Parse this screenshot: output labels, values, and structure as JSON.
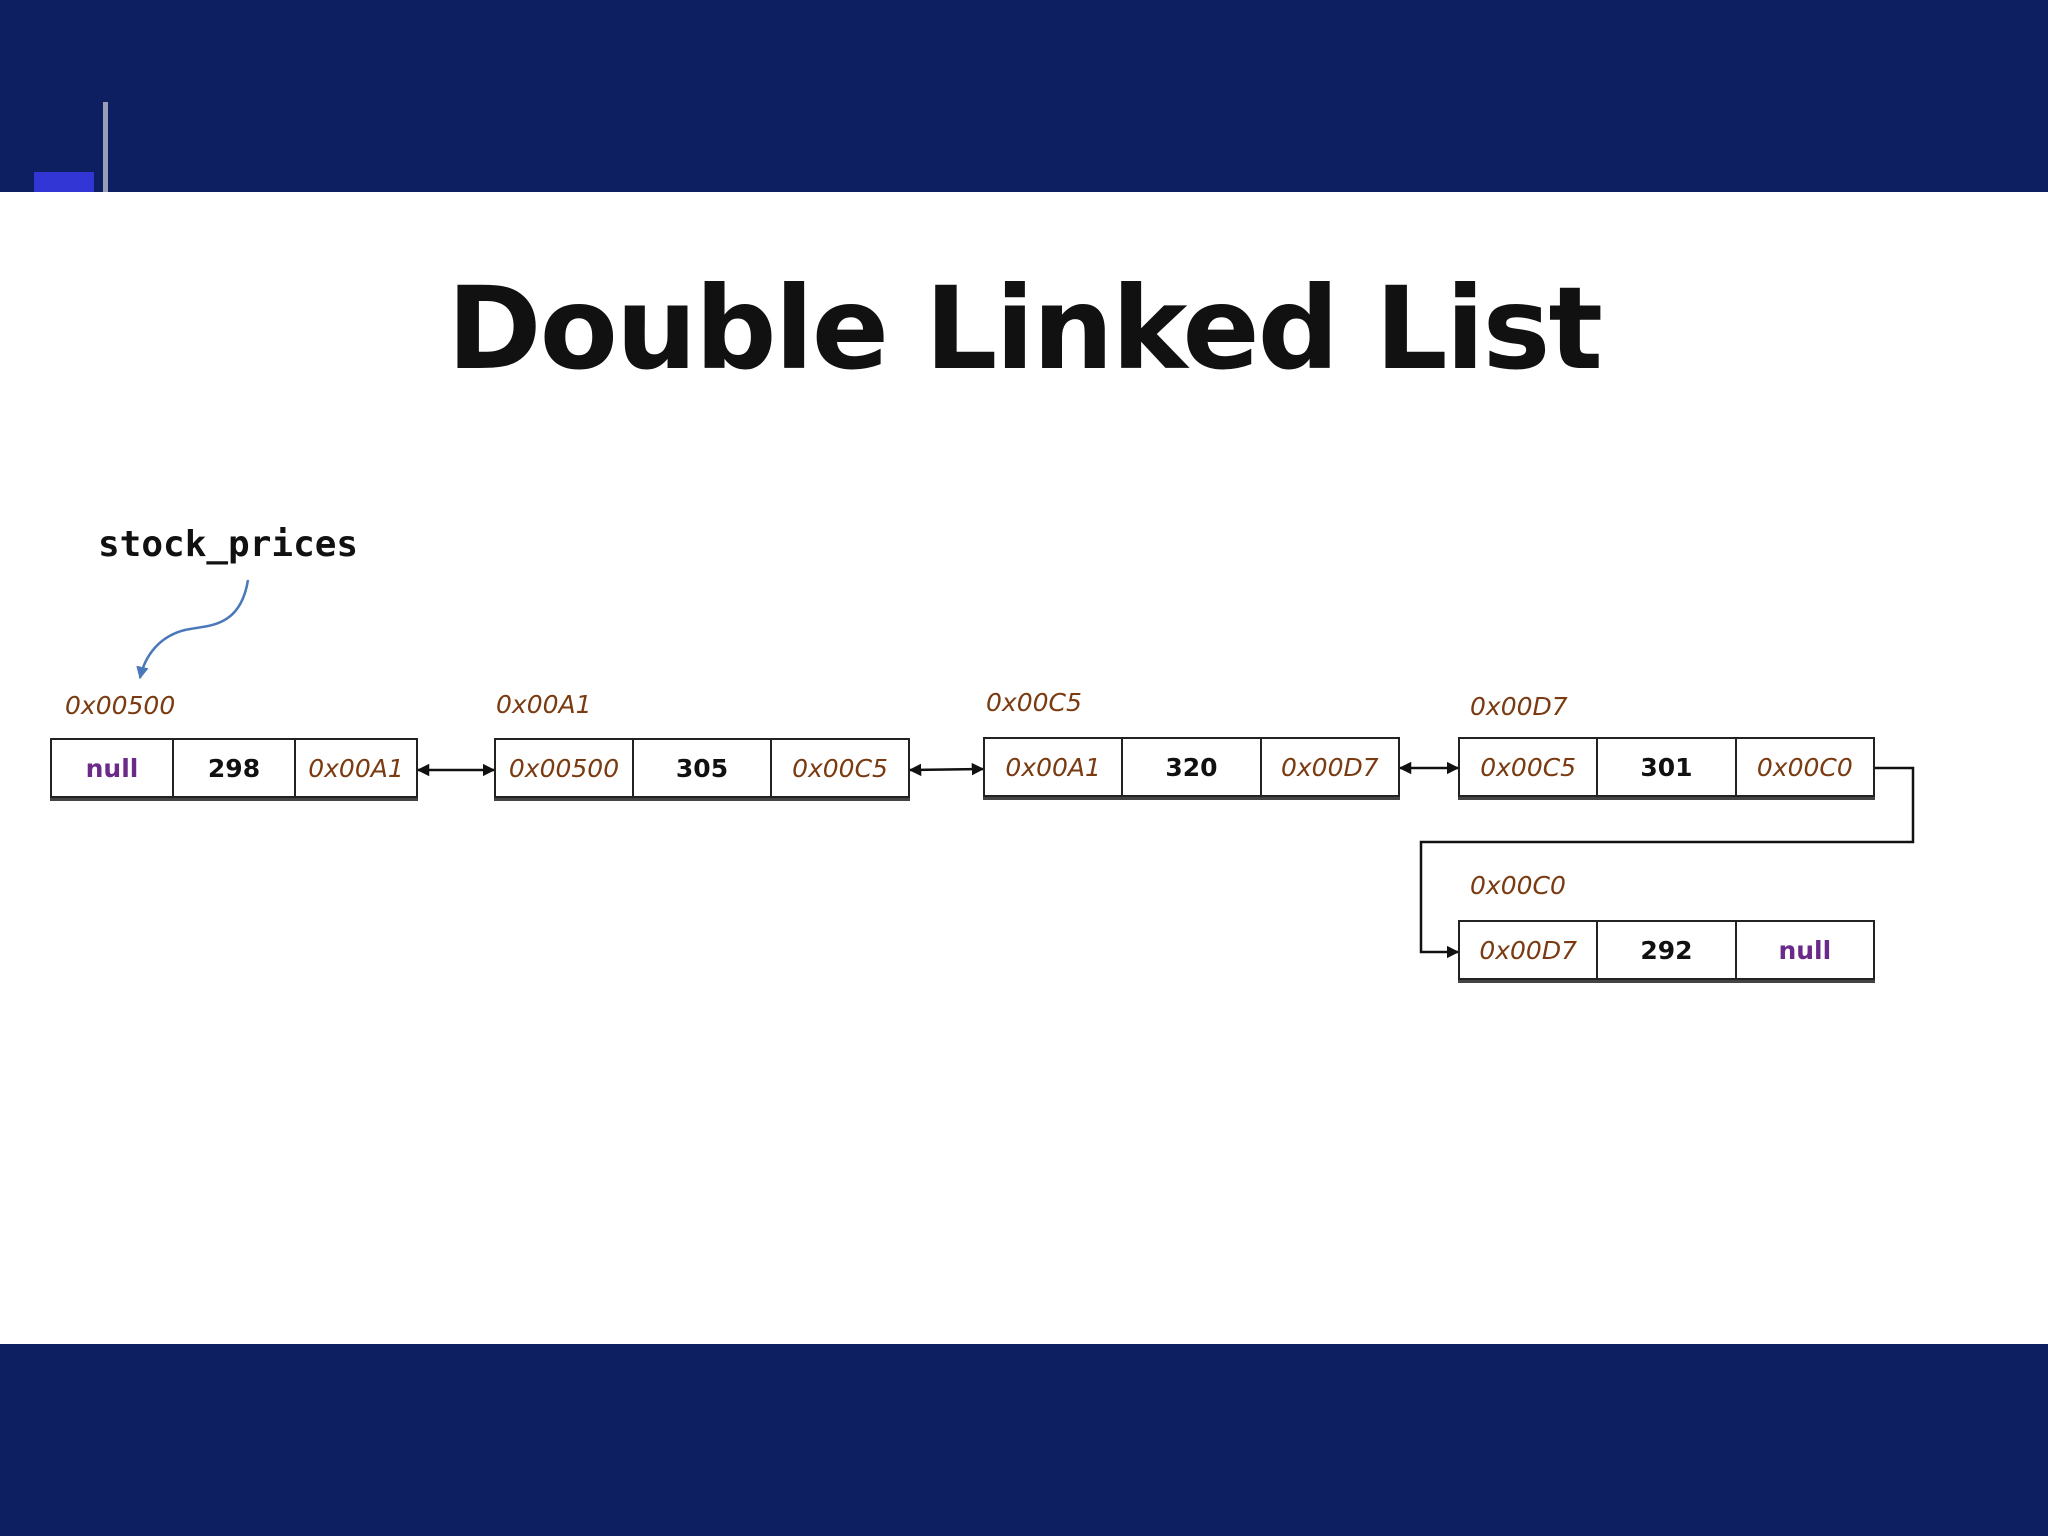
{
  "slide": {
    "title": "Double Linked List",
    "colors": {
      "band": "#0e1f61",
      "accent": "#3236d4",
      "address": "#7a3b12",
      "null": "#6a2a8a",
      "pointer_arrow": "#4a78b8"
    }
  },
  "diagram": {
    "head_label": "stock_prices",
    "nodes": [
      {
        "address": "0x00500",
        "prev": "null",
        "value": "298",
        "next": "0x00A1"
      },
      {
        "address": "0x00A1",
        "prev": "0x00500",
        "value": "305",
        "next": "0x00C5"
      },
      {
        "address": "0x00C5",
        "prev": "0x00A1",
        "value": "320",
        "next": "0x00D7"
      },
      {
        "address": "0x00D7",
        "prev": "0x00C5",
        "value": "301",
        "next": "0x00C0"
      },
      {
        "address": "0x00C0",
        "prev": "0x00D7",
        "value": "292",
        "next": "null"
      }
    ]
  }
}
